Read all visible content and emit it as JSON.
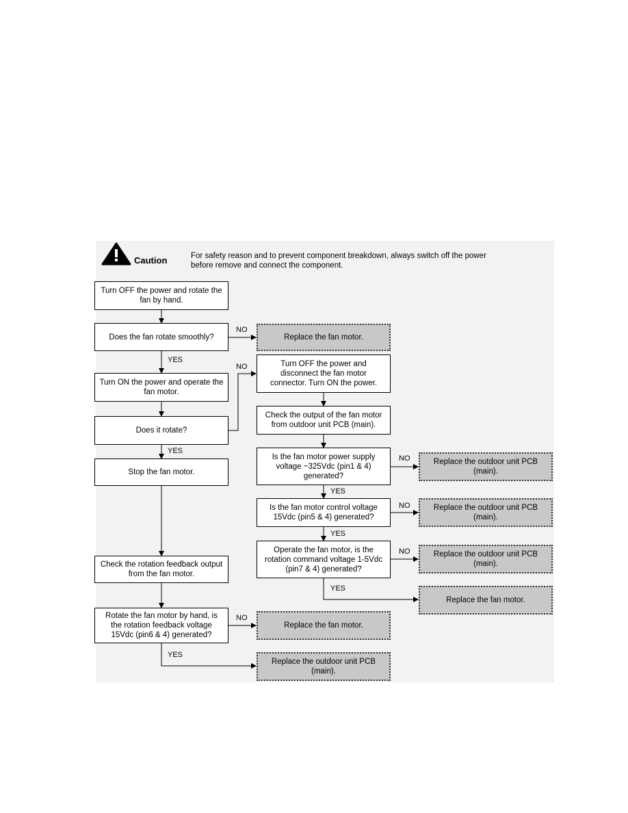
{
  "caution": {
    "word": "Caution",
    "text": "For safety reason and to prevent component breakdown, always switch off the power before remove and connect the component.",
    "icon": "warning-triangle-icon"
  },
  "nodes": {
    "n1": "Turn OFF the power and rotate the fan by hand.",
    "n2": "Does the fan rotate smoothly?",
    "n3": "Replace the fan motor.",
    "n4": "Turn ON the power and operate the fan motor.",
    "n5": "Turn OFF the power and disconnect the fan motor connector. Turn ON the power.",
    "n6": "Does it rotate?",
    "n7": "Check the output of the fan motor from outdoor unit PCB (main).",
    "n8": "Stop the fan motor.",
    "n9": "Is the fan motor power supply voltage ~325Vdc (pin1 & 4) generated?",
    "n10": "Replace the outdoor unit PCB (main).",
    "n11": "Is the fan motor control voltage 15Vdc (pin5 & 4) generated?",
    "n12": "Replace the outdoor unit PCB (main).",
    "n13": "Check the rotation feedback output from the fan motor.",
    "n14": "Operate the fan motor, is the rotation command voltage 1-5Vdc (pin7 & 4) generated?",
    "n15": "Replace the outdoor unit PCB (main).",
    "n16": "Replace the fan motor.",
    "n17": "Rotate the fan motor by hand, is the rotation feedback voltage 15Vdc (pin6 & 4) generated?",
    "n18": "Replace the fan motor.",
    "n19": "Replace the outdoor unit PCB (main)."
  },
  "labels": {
    "yes": "YES",
    "no": "NO"
  },
  "colors": {
    "terminal_fill": "#c8c8c8",
    "process_fill": "#ffffff",
    "panel": "#f2f2f2"
  }
}
